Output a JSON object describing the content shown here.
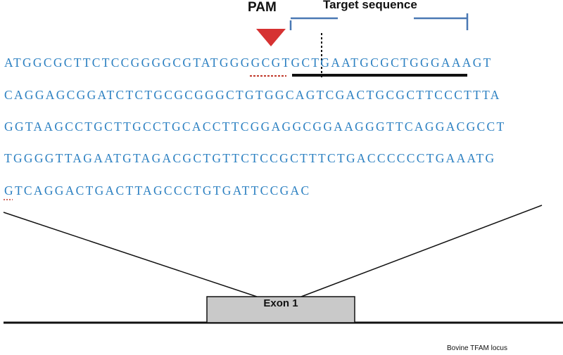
{
  "labels": {
    "pam": "PAM",
    "target": "Target sequence"
  },
  "sequence": [
    "ATGGCGCTTCTCCGGGGCGTATGGGGCGTGCTGAATGCGCTGGGAAAGT",
    "CAGGAGCGGATCTCTGCGCGGGCTGTGGCAGTCGACTGCGCTTCCCTTTA",
    "GGTAAGCCTGCTTGCCTGCACCTTCGGAGGCGGAAGGGTTCAGGACGCCT",
    "TGGGGTTAGAATGTAGACGCTGTTCTCCGCTTTCTGACCCCCCTGAAATG",
    "GTCAGGACTGACTTAGCCCTGTGATTCCGAC"
  ],
  "exon": {
    "label": "Exon 1"
  },
  "caption": "Bovine TFAM locus",
  "colors": {
    "sequence": "#2a7fc1",
    "bracket": "#4a78b4",
    "pam_marker": "#d63232",
    "line": "#111111",
    "exon_fill": "#c9c9c9",
    "pam_underline": "#c0392b"
  }
}
